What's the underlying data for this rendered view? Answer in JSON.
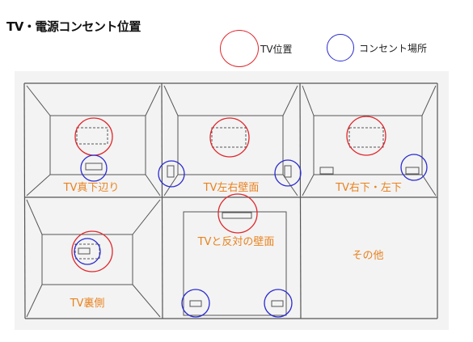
{
  "title": "TV・電源コンセント位置",
  "legend": [
    {
      "label": "TV位置",
      "color": "#e0262b",
      "marker": "circle"
    },
    {
      "label": "コンセント場所",
      "color": "#2a2ad0",
      "marker": "circle"
    }
  ],
  "colors": {
    "tv": "#e0262b",
    "outlet": "#2a2ad0",
    "label": "#e8821e",
    "sketch": "#555555",
    "paper": "#f3f3f3"
  },
  "cells": [
    {
      "label": "TV真下辺り",
      "tv": "back-wall",
      "outlets": [
        "back-wall-below-tv"
      ]
    },
    {
      "label": "TV左右壁面",
      "tv": "back-wall",
      "outlets": [
        "left-wall",
        "right-wall"
      ]
    },
    {
      "label": "TV右下・左下",
      "tv": "back-wall",
      "outlets": [
        "back-wall-right"
      ]
    },
    {
      "label": "TV裏側",
      "tv": "back-wall",
      "outlets": [
        "behind-tv"
      ]
    },
    {
      "label": "TVと反対の壁面",
      "tv": "top-wall",
      "outlets": [
        "bottom-left",
        "bottom-right"
      ]
    },
    {
      "label": "その他",
      "tv": null,
      "outlets": []
    }
  ]
}
